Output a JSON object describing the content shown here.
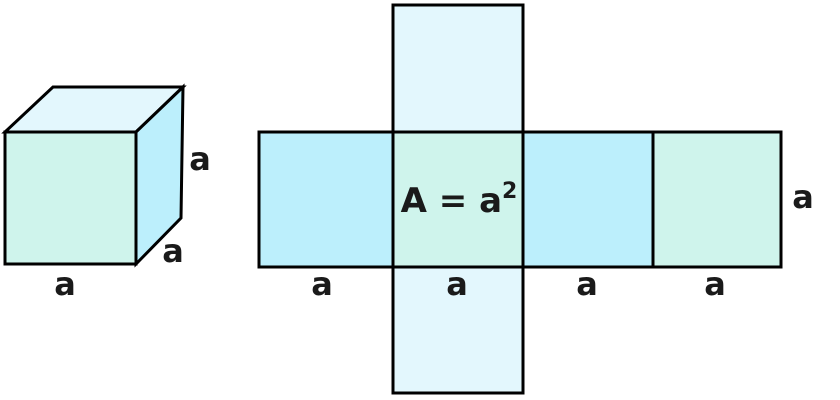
{
  "figure": {
    "description": "Cube with edge length a shown next to its unfolded cross-shaped net of six squares",
    "colors": {
      "mint": "#cff4ec",
      "blue": "#bceffc",
      "pale": "#e3f7fd",
      "stroke": "#000000",
      "background": "#ffffff"
    },
    "cube": {
      "front_color": "#cff4ec",
      "top_color": "#e3f7fd",
      "side_color": "#bceffc",
      "edge_labels": {
        "bottom": "a",
        "height": "a",
        "depth": "a"
      }
    },
    "net": {
      "formula": {
        "base": "A = a",
        "exponent": "2"
      },
      "squares": [
        {
          "position": "row-left",
          "color": "#bceffc",
          "edge_label": "a"
        },
        {
          "position": "row-center",
          "color": "#cff4ec",
          "edge_label": "a"
        },
        {
          "position": "row-right",
          "color": "#bceffc",
          "edge_label": "a"
        },
        {
          "position": "row-far-right",
          "color": "#cff4ec",
          "edge_label": "a"
        },
        {
          "position": "top-flap",
          "color": "#e3f7fd"
        },
        {
          "position": "bottom-flap",
          "color": "#e3f7fd"
        }
      ],
      "right_edge_label": "a"
    }
  }
}
